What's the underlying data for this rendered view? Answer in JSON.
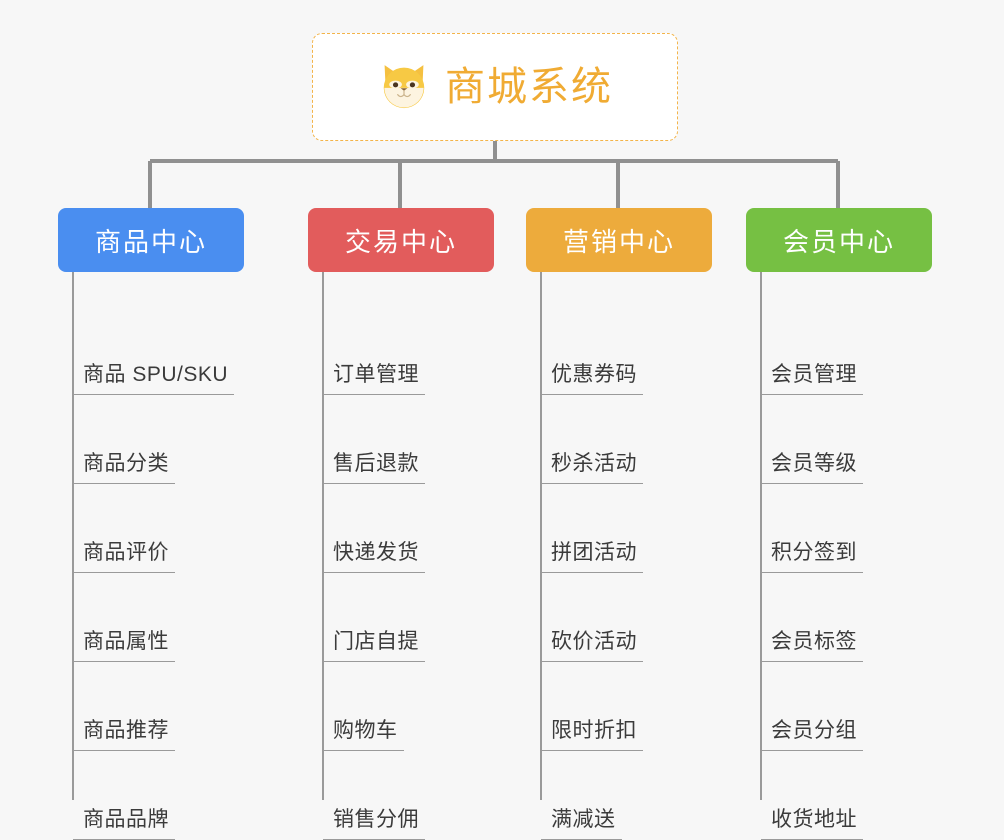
{
  "root": {
    "title": "商城系统",
    "icon": "shiba-dog-face-icon",
    "title_color": "#f0ab33",
    "border_color": "#f3b44a"
  },
  "connector_color": "#909090",
  "columns": [
    {
      "id": "product-center",
      "label": "商品中心",
      "color": "#4a8ef0",
      "items": [
        "商品 SPU/SKU",
        "商品分类",
        "商品评价",
        "商品属性",
        "商品推荐",
        "商品品牌"
      ]
    },
    {
      "id": "trade-center",
      "label": "交易中心",
      "color": "#e25c5c",
      "items": [
        "订单管理",
        "售后退款",
        "快递发货",
        "门店自提",
        "购物车",
        "销售分佣"
      ]
    },
    {
      "id": "marketing-center",
      "label": "营销中心",
      "color": "#edab3c",
      "items": [
        "优惠券码",
        "秒杀活动",
        "拼团活动",
        "砍价活动",
        "限时折扣",
        "满减送"
      ]
    },
    {
      "id": "member-center",
      "label": "会员中心",
      "color": "#76c043",
      "items": [
        "会员管理",
        "会员等级",
        "积分签到",
        "会员标签",
        "会员分组",
        "收货地址"
      ]
    }
  ]
}
